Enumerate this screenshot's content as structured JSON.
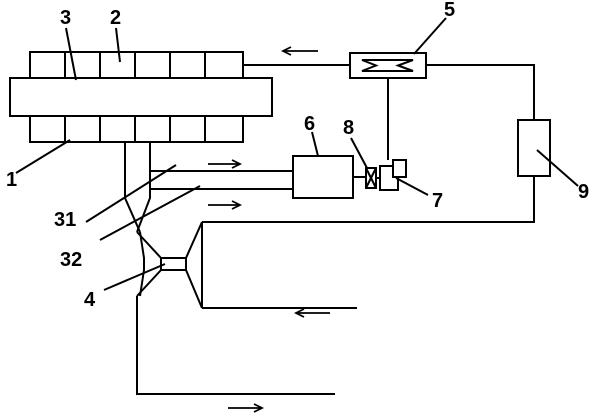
{
  "labels": {
    "l1": "1",
    "l2": "2",
    "l3": "3",
    "l4": "4",
    "l5": "5",
    "l6": "6",
    "l7": "7",
    "l8": "8",
    "l9": "9",
    "l31": "31",
    "l32": "32"
  }
}
